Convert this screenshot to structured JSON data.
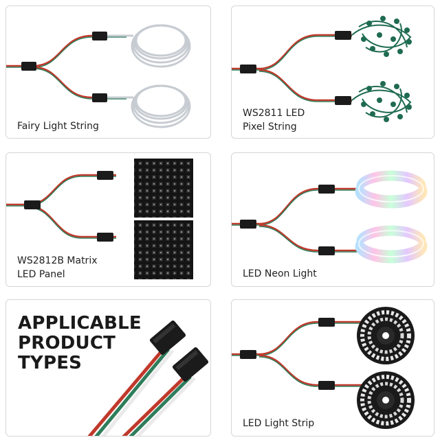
{
  "cards": [
    {
      "label_lines": [
        "Fairy Light String"
      ]
    },
    {
      "label_lines": [
        "WS2811 LED",
        "Pixel String"
      ]
    },
    {
      "label_lines": [
        "WS2812B Matrix",
        "LED Panel"
      ]
    },
    {
      "label_lines": [
        "LED Neon Light"
      ]
    },
    {
      "headline_lines": [
        "APPLICABLE",
        "PRODUCT",
        "TYPES"
      ]
    },
    {
      "label_lines": [
        "LED Light Strip"
      ]
    }
  ],
  "colors": {
    "border": "#d6d6d6",
    "wire_red": "#c0392b",
    "wire_green": "#2e7d5b",
    "connector": "#1b1b1b",
    "fairy_wire": "#c7ccd2",
    "pixel_green": "#1f6b52",
    "panel": "#141414"
  }
}
